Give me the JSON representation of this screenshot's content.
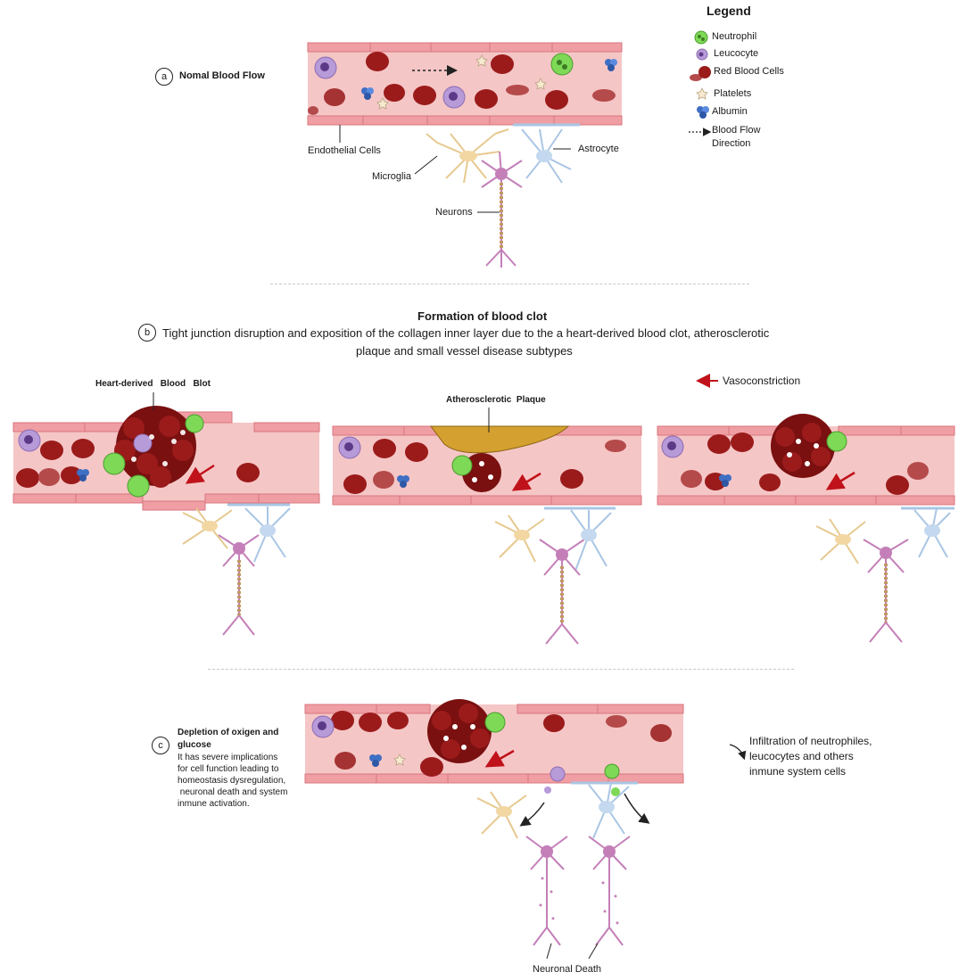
{
  "legend": {
    "title": "Legend",
    "items": [
      {
        "label": "Neutrophil",
        "icon": "neutrophil-icon",
        "color": "#7ed957"
      },
      {
        "label": "Leucocyte",
        "icon": "leucocyte-icon",
        "color": "#b79ad8"
      },
      {
        "label": "Red Blood Cells",
        "icon": "red-blood-cell-icon",
        "color": "#9b1b1b"
      },
      {
        "label": "Platelets",
        "icon": "platelet-icon",
        "color": "#f3e6c8"
      },
      {
        "label": "Albumin",
        "icon": "albumin-icon",
        "color": "#3f6fc4"
      },
      {
        "label": "Blood Flow",
        "label2": "Direction",
        "icon": "dashed-arrow-icon",
        "color": "#222222"
      }
    ]
  },
  "panel_a": {
    "tag": "a",
    "title": "Nomal Blood Flow",
    "labels": {
      "endothelial": "Endothelial Cells",
      "microglia": "Microglia",
      "astrocyte": "Astrocyte",
      "neurons": "Neurons"
    }
  },
  "panel_b": {
    "tag": "b",
    "title": "Formation of blood clot",
    "subtitle_line1": "Tight junction disruption and exposition of the collagen inner layer due to the a heart-derived blood clot, atherosclerotic",
    "subtitle_line2": "plaque and small vessel disease subtypes",
    "clot_label": "Heart-derived   Blood   Blot",
    "plaque_label": "Atherosclerotic  Plaque",
    "vasoconstriction": "Vasoconstriction"
  },
  "panel_c": {
    "tag": "c",
    "title_line1": "Depletion of oxigen and",
    "title_line2": "glucose",
    "desc": [
      "It has severe implications",
      "for cell function leading to",
      "homeostasis dysregulation,",
      " neuronal death and system",
      "inmune activation."
    ],
    "infiltration": [
      "Infiltration of neutrophiles,",
      "leucocytes and others",
      "inmune system cells"
    ],
    "neuronal_death": "Neuronal Death"
  },
  "colors": {
    "vessel_fill": "#f5c6c6",
    "vessel_wall": "#e98f96",
    "rbc": "#9b1b1b",
    "rbc_light": "#b54a4a",
    "neutrophil": "#7ed957",
    "leucocyte": "#b79ad8",
    "albumin": "#3f6fc4",
    "platelet": "#f7ead0",
    "microglia": "#f2d7a3",
    "astrocyte": "#a9c6e4",
    "neuron": "#c47fb8",
    "plaque": "#d4a02f",
    "arrow_red": "#c0121a"
  }
}
